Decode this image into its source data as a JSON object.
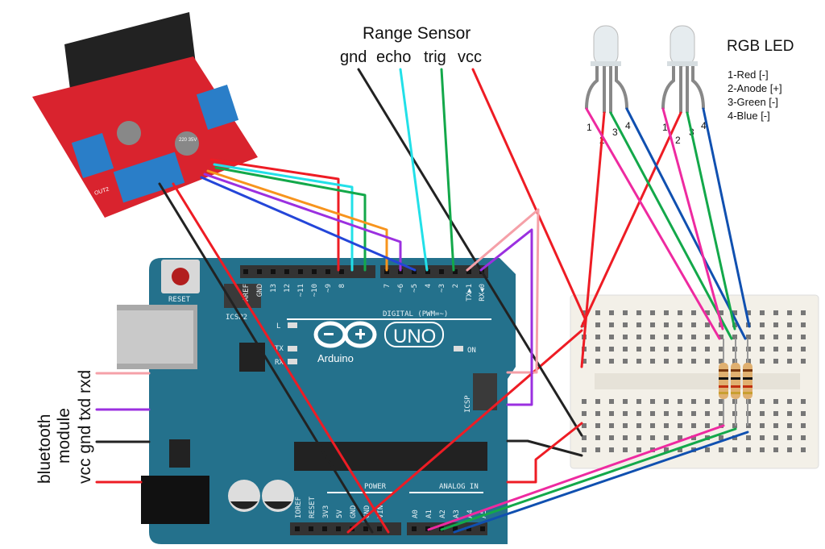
{
  "range_sensor": {
    "title": "Range Sensor",
    "pins": [
      "gnd",
      "echo",
      "trig",
      "vcc"
    ]
  },
  "rgb_led": {
    "title": "RGB LED",
    "legend": [
      "1-Red [-]",
      "2-Anode [+]",
      "3-Green [-]",
      "4-Blue [-]"
    ],
    "pin_numbers": [
      "1",
      "2",
      "3",
      "4"
    ]
  },
  "bluetooth": {
    "title_line1": "bluetooth",
    "title_line2": "module",
    "pins": "vcc gnd txd rxd"
  },
  "arduino": {
    "logo_text": "Arduino",
    "model": "UNO",
    "reset_label": "RESET",
    "icsp2_label": "ICSP2",
    "icsp_label": "ICSP",
    "on_label": "ON",
    "l_label": "L",
    "tx_label": "TX",
    "rx_label": "RX",
    "digital_label": "DIGITAL (PWM=~)",
    "digital_pins": [
      "AREF",
      "GND",
      "13",
      "12",
      "~11",
      "~10",
      "~9",
      "8",
      "7",
      "~6",
      "~5",
      "4",
      "~3",
      "2",
      "TX▶1",
      "RX◀0"
    ],
    "power_label": "POWER",
    "power_pins": [
      "IOREF",
      "RESET",
      "3V3",
      "5V",
      "GND",
      "GND",
      "VIN"
    ],
    "analog_label": "ANALOG IN",
    "analog_pins": [
      "A0",
      "A1",
      "A2",
      "A3",
      "A4",
      "A5"
    ]
  },
  "motor_driver": {
    "out_label": "OUT2",
    "cap_label": "220 35V"
  },
  "colors": {
    "board": "#24718c",
    "motor_board": "#d9232e",
    "breadboard": "#f3f0e8",
    "red": "#ee1c24",
    "black": "#222222",
    "cyan": "#22e0e8",
    "green": "#13a84a",
    "orange": "#f7941d",
    "purple": "#9b30e0",
    "blue": "#2446d8",
    "pink": "#f5a0a8",
    "magenta": "#ee2aa0",
    "dblue": "#1050b0"
  }
}
